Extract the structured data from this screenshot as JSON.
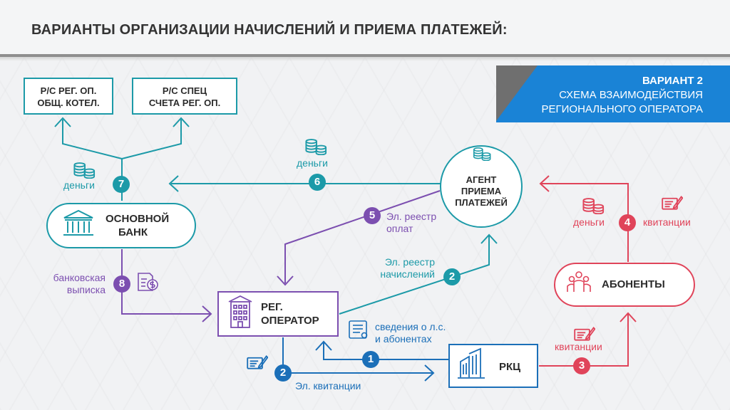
{
  "header": {
    "title": "ВАРИАНТЫ ОРГАНИЗАЦИИ НАЧИСЛЕНИЙ И ПРИЕМА ПЛАТЕЖЕЙ:"
  },
  "variant": {
    "title": "ВАРИАНТ 2",
    "line1": "СХЕМА ВЗАИМОДЕЙСТВИЯ",
    "line2": "РЕГИОНАЛЬНОГО ОПЕРАТОРА"
  },
  "nodes": {
    "rs_reg_1": "Р/С РЕГ. ОП.",
    "rs_reg_2": "ОБЩ. КОТЕЛ.",
    "rs_spec_1": "Р/С СПЕЦ",
    "rs_spec_2": "СЧЕТА РЕГ. ОП.",
    "bank_1": "ОСНОВНОЙ",
    "bank_2": "БАНК",
    "agent_1": "АГЕНТ",
    "agent_2": "ПРИЕМА",
    "agent_3": "ПЛАТЕЖЕЙ",
    "operator_1": "РЕГ.",
    "operator_2": "ОПЕРАТОР",
    "subscribers": "АБОНЕНТЫ",
    "rkc": "РКЦ"
  },
  "labels": {
    "money_7": "деньги",
    "money_6": "деньги",
    "money_4": "деньги",
    "receipts_4": "квитанции",
    "reg_payments_1": "Эл. реестр",
    "reg_payments_2": "оплат",
    "reg_charges_1": "Эл. реестр",
    "reg_charges_2": "начислений",
    "bank_stmt_1": "банковская",
    "bank_stmt_2": "выписка",
    "accounts_1": "сведения о л.с.",
    "accounts_2": "и абонентах",
    "receipts_3": "квитанции",
    "e_receipts": "Эл. квитанции"
  },
  "badges": {
    "b1": "1",
    "b2a": "2",
    "b2b": "2",
    "b3": "3",
    "b4": "4",
    "b5": "5",
    "b6": "6",
    "b7": "7",
    "b8": "8"
  },
  "colors": {
    "teal": "#1c9aa8",
    "purple": "#7c4fb0",
    "red": "#e0445a",
    "blue": "#1b6fb8",
    "grey_panel": "#6f6f6f",
    "blue_panel": "#1a83d6"
  },
  "icons": [
    "coins-icon",
    "bank-icon",
    "building-icon",
    "people-icon",
    "office-icon",
    "receipt-icon",
    "document-list-icon",
    "statement-dollar-icon"
  ]
}
